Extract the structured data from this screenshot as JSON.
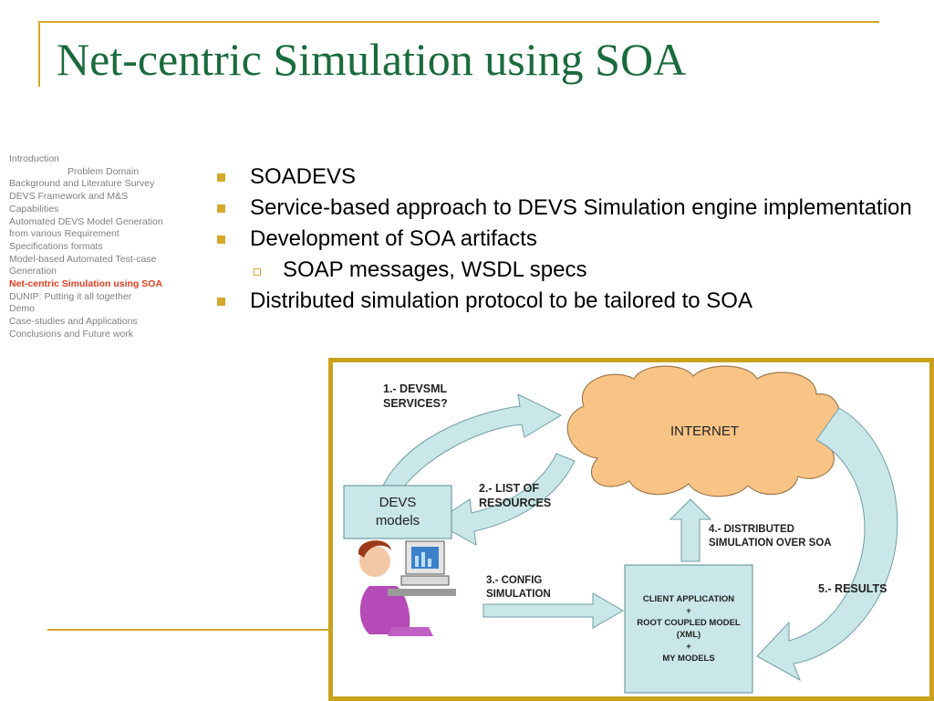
{
  "title": "Net-centric Simulation using SOA",
  "nav": [
    {
      "text": "Introduction"
    },
    {
      "text": "Problem Domain",
      "indent": true
    },
    {
      "text": "Background and Literature Survey"
    },
    {
      "text": "DEVS Framework and M&S"
    },
    {
      "text": "Capabilities"
    },
    {
      "text": "Automated DEVS Model Generation"
    },
    {
      "text": "from various Requirement"
    },
    {
      "text": "Specifications formats"
    },
    {
      "text": "Model-based Automated Test-case"
    },
    {
      "text": "Generation"
    },
    {
      "text": "Net-centric Simulation using SOA",
      "active": true
    },
    {
      "text": "DUNIP: Putting it all together"
    },
    {
      "text": "Demo"
    },
    {
      "text": "Case-studies and Applications"
    },
    {
      "text": "Conclusions and Future work"
    }
  ],
  "bullets": [
    {
      "text": "SOADEVS",
      "level": 1
    },
    {
      "text": "Service-based approach to DEVS Simulation engine implementation",
      "level": 1
    },
    {
      "text": "Development of SOA artifacts",
      "level": 1
    },
    {
      "text": "SOAP messages, WSDL specs",
      "level": 2
    },
    {
      "text": "Distributed simulation protocol to be tailored to SOA",
      "level": 1
    }
  ],
  "diagram": {
    "cloud_label": "INTERNET",
    "devs_box_lines": [
      "DEVS",
      "models"
    ],
    "client_box_lines": [
      "CLIENT APPLICATION",
      "+",
      "ROOT COUPLED MODEL",
      "(XML)",
      "+",
      "MY MODELS"
    ],
    "step1_lines": [
      "1.- DEVSML",
      "SERVICES?"
    ],
    "step2_lines": [
      "2.- LIST OF",
      "RESOURCES"
    ],
    "step3_lines": [
      "3.- CONFIG",
      "SIMULATION"
    ],
    "step4_lines": [
      "4.- DISTRIBUTED",
      "SIMULATION OVER SOA"
    ],
    "step5_lines": [
      "5.- RESULTS"
    ]
  },
  "colors": {
    "title": "#1a6b3c",
    "accent": "#d4a82a",
    "nav_active": "#e03c1f",
    "cloud_fill": "#f8c486",
    "arrow_fill": "#c9e6e8",
    "box_fill": "#c9e6e8"
  }
}
